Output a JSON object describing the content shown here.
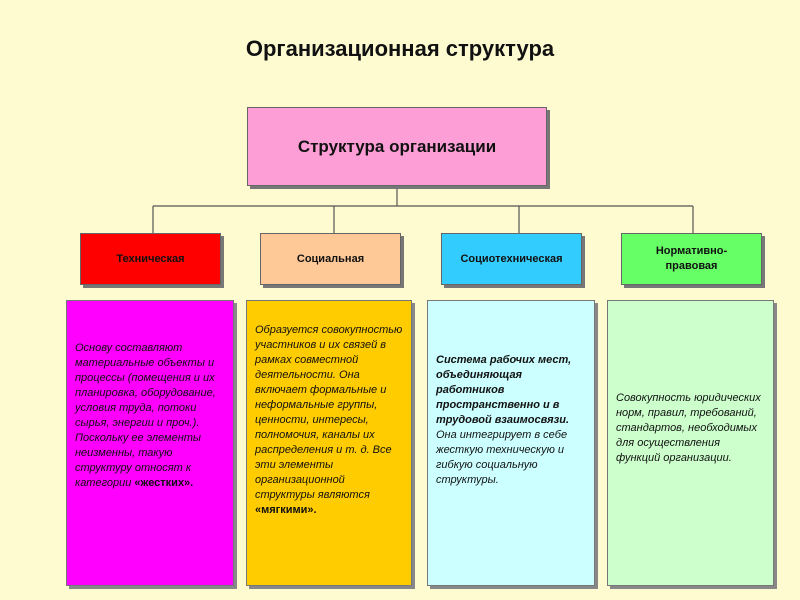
{
  "title": "Организационная структура",
  "root": {
    "label": "Структура организации",
    "color": "#fd9fd6"
  },
  "categories": [
    {
      "label": "Техническая",
      "color": "#ff0000"
    },
    {
      "label": "Социальная",
      "color": "#ffc997"
    },
    {
      "label": "Социотехническая",
      "color": "#33ccff"
    },
    {
      "label": "Нормативно-правовая",
      "color": "#66ff66"
    }
  ],
  "descriptions": [
    {
      "color": "#ff00ff",
      "text_main": "Основу составляют материальные объекты и процессы (помещения и их планировка, оборудование, условия труда, потоки сырья, энергии и проч.). Поскольку ее элементы неизменны, такую структуру относят к категории ",
      "text_bold": "«жестких»."
    },
    {
      "color": "#ffcc00",
      "text_main": "Образуется совокупностью участников и их связей в рамках совместной деятельности. Она включает формальные и неформальные группы, ценности, интересы, полномочия, каналы их распределения и т. д. Все эти элементы организационной структуры являются ",
      "text_bold": "«мягкими»."
    },
    {
      "color": "#ccffff",
      "text_bold": "Система рабочих мест, объединяющая работников пространственно и в трудовой взаимосвязи.",
      "text_main": "Она интегрирует в себе жесткую техническую и гибкую социальную структуры."
    },
    {
      "color": "#ccffcc",
      "text_main": "Совокупность юридических норм, правил, требований, стандартов, необходимых для осуществления функций организации."
    }
  ]
}
